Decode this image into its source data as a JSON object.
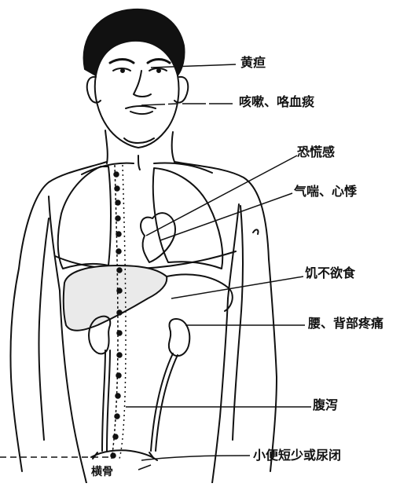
{
  "figure": {
    "ink_color": "#111111",
    "background": "#ffffff",
    "labels": {
      "jaundice": "黄疸",
      "cough": "咳嗽、咯血痰",
      "fear": "恐慌感",
      "palpitation": "气喘、心悸",
      "hunger": "饥不欲食",
      "back_pain": "腰、背部疼痛",
      "diarrhea": "腹泻",
      "urine": "小便短少或尿闭",
      "pubic": "横骨"
    }
  }
}
